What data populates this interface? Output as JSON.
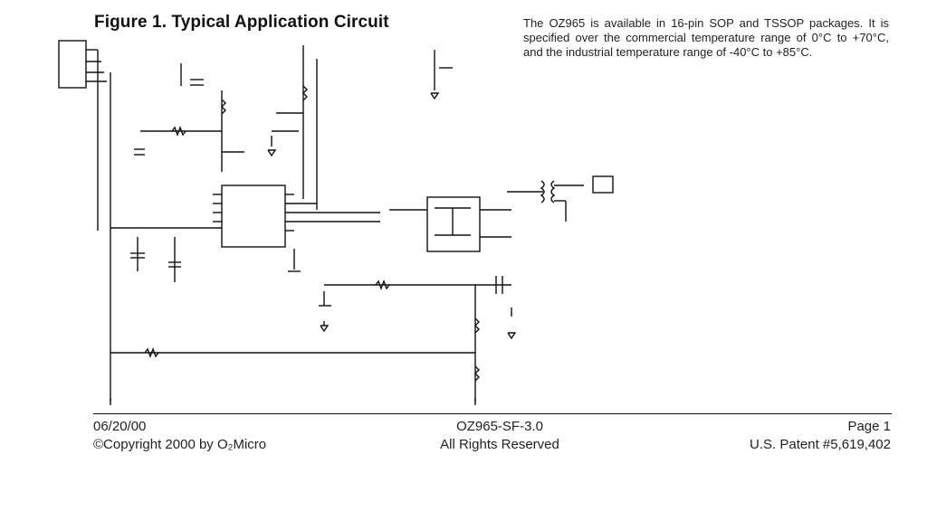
{
  "figure": {
    "title": "Figure 1. Typical Application Circuit"
  },
  "description": {
    "text": "The OZ965 is available in 16-pin SOP and TSSOP packages. It is specified over the commercial temperature range of 0°C to +70°C, and the industrial temperature range of -40°C to +85°C."
  },
  "footer": {
    "date": "06/20/00",
    "copyright": "©Copyright 2000 by O₂Micro",
    "doc_id": "OZ965-SF-3.0",
    "rights": "All Rights Reserved",
    "page": "Page 1",
    "patent": "U.S. Patent #5,619,402"
  },
  "colors": {
    "ink": "#111111",
    "background": "#ffffff"
  }
}
